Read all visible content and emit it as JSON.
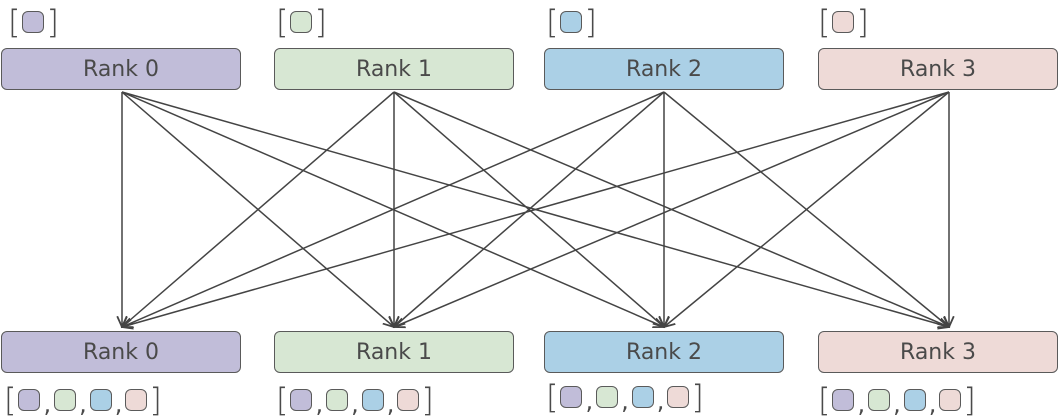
{
  "colors": {
    "rank0": "#c1bdd9",
    "rank1": "#d7e7d3",
    "rank2": "#abd0e6",
    "rank3": "#eedad7",
    "stroke": "#444444"
  },
  "top_ranks": [
    {
      "label": "Rank 0",
      "color_key": "rank0",
      "chips": [
        "rank0"
      ]
    },
    {
      "label": "Rank 1",
      "color_key": "rank1",
      "chips": [
        "rank1"
      ]
    },
    {
      "label": "Rank 2",
      "color_key": "rank2",
      "chips": [
        "rank2"
      ]
    },
    {
      "label": "Rank 3",
      "color_key": "rank3",
      "chips": [
        "rank3"
      ]
    }
  ],
  "bottom_ranks": [
    {
      "label": "Rank 0",
      "color_key": "rank0",
      "chips": [
        "rank0",
        "rank1",
        "rank2",
        "rank3"
      ]
    },
    {
      "label": "Rank 1",
      "color_key": "rank1",
      "chips": [
        "rank0",
        "rank1",
        "rank2",
        "rank3"
      ]
    },
    {
      "label": "Rank 2",
      "color_key": "rank2",
      "chips": [
        "rank0",
        "rank1",
        "rank2",
        "rank3"
      ]
    },
    {
      "label": "Rank 3",
      "color_key": "rank3",
      "chips": [
        "rank0",
        "rank1",
        "rank2",
        "rank3"
      ]
    }
  ],
  "symbols": {
    "open_bracket": "[",
    "close_bracket": "]",
    "separator": ","
  }
}
